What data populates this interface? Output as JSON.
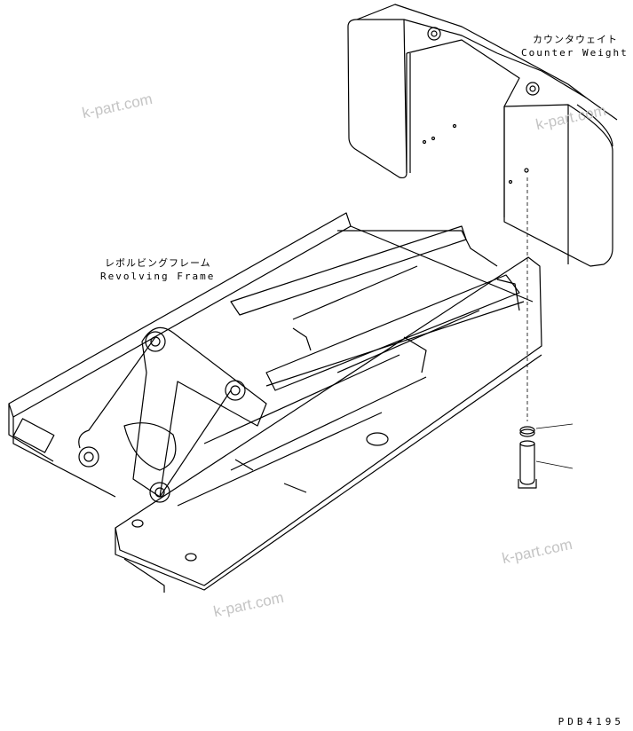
{
  "labels": {
    "counterweight_jp": "カウンタウェイト",
    "counterweight_en": "Counter Weight",
    "frame_jp": "レボルビングフレーム",
    "frame_en": "Revolving Frame"
  },
  "watermarks": [
    "k-part.com",
    "k-part.com",
    "k-part.com",
    "k-part.com"
  ],
  "drawing_code": "PDB4195",
  "colors": {
    "line": "#000000",
    "watermark": "#c4c4c4",
    "background": "#ffffff"
  }
}
